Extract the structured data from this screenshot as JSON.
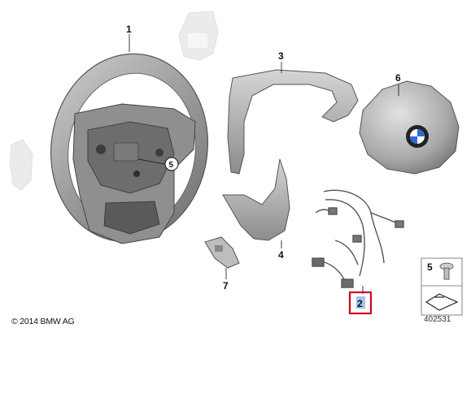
{
  "labels": {
    "p1": "1",
    "p2": "2",
    "p3": "3",
    "p4": "4",
    "p5": "5",
    "p5_callout": "5",
    "p6": "6",
    "p7": "7"
  },
  "selected_part": "2",
  "highlight_color": "#d0021b",
  "selection_bg": "#9ec3ee",
  "copyright": "© 2014 BMW AG",
  "diagram_id": "402531"
}
